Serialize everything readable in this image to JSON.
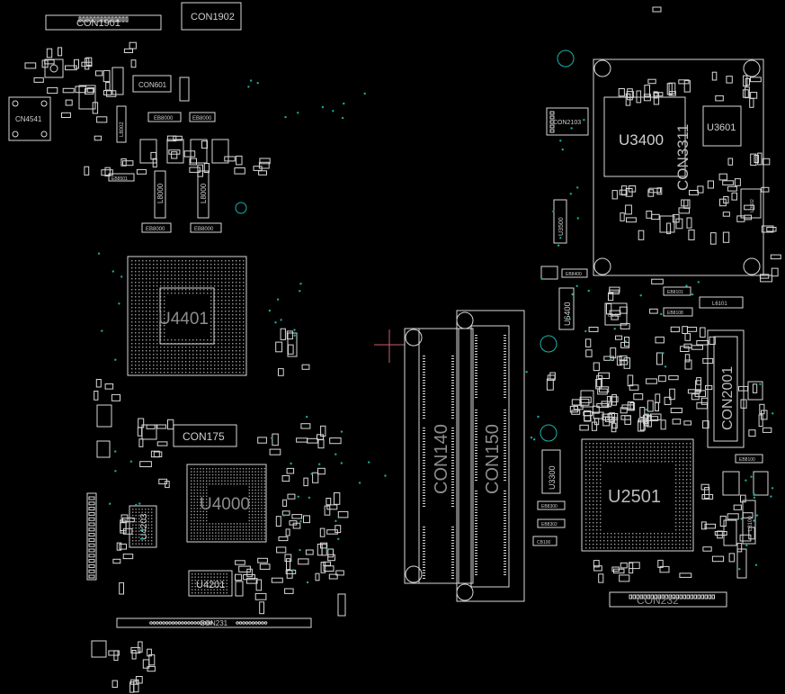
{
  "colors": {
    "background": "#000000",
    "silkscreen": "#d8d8d8",
    "via": "#1bb3a8",
    "cursor": "#c9606b"
  },
  "board": {
    "labels": {
      "con1901": "CON1901",
      "con1902": "CON1902",
      "cn4541": "CN4541",
      "con601": "CON601",
      "u4401": "U4401",
      "con175": "CON175",
      "u4000": "U4000",
      "u4203": "U4203",
      "u4201": "U4201",
      "con231": "CON231",
      "con140": "CON140",
      "con150": "CON150",
      "con2103": "CON2103",
      "u3400": "U3400",
      "u3601": "U3601",
      "con3311": "CON3311",
      "u3602": "U3602",
      "u3500": "U3500",
      "eb8400": "EB8400",
      "u6400": "U6400",
      "u6402": "U6402",
      "eb8101": "EB8101",
      "l6101": "L6101",
      "eb8108": "EB8108",
      "con2001": "CON2001",
      "u3300": "U3300",
      "u2501": "U2501",
      "con232": "CON232",
      "eb8300": "EB8300",
      "eb8302": "EB8302",
      "cb100": "CB100",
      "eb8100": "EB8100",
      "l8100": "L8100",
      "eb8000a": "EB8000",
      "eb8000b": "EB8000",
      "eb8000c": "EB8000",
      "eb8000d": "EB8000",
      "l8000a": "L8000",
      "l8000b": "L8000",
      "l8002": "L8002",
      "eb8501": "EB8501"
    }
  }
}
